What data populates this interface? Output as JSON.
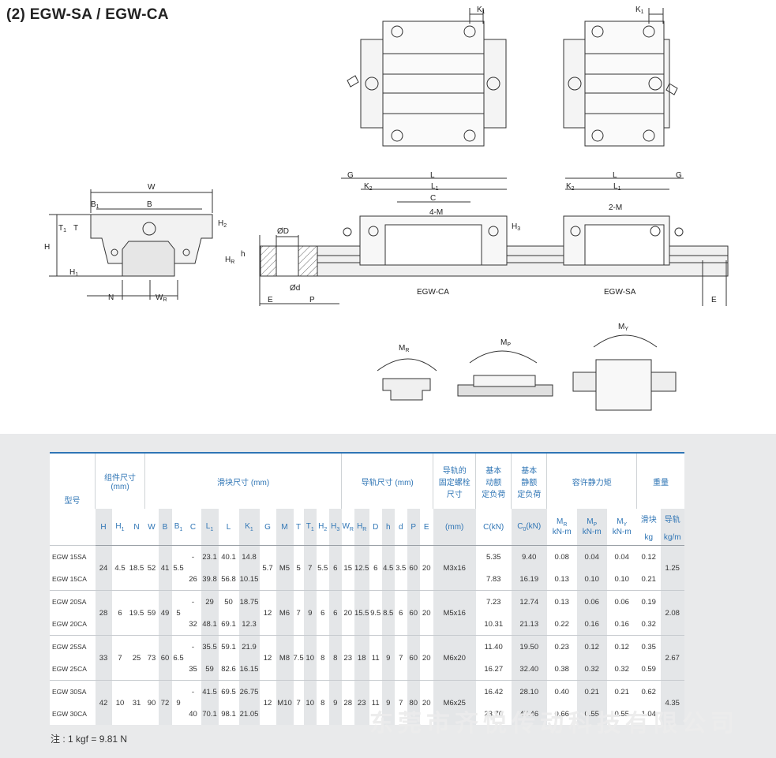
{
  "heading": "(2) EGW-SA / EGW-CA",
  "drawing_labels": {
    "K1": "K",
    "K1_sub": "1",
    "W": "W",
    "B": "B",
    "B1": "B",
    "B1_sub": "1",
    "H": "H",
    "H1": "H",
    "H1_sub": "1",
    "H2": "H",
    "H2_sub": "2",
    "T": "T",
    "T1": "T",
    "T1_sub": "1",
    "N": "N",
    "WR": "W",
    "WR_sub": "R",
    "G": "G",
    "L": "L",
    "L1": "L",
    "L1_sub": "1",
    "K2": "K",
    "K2_sub": "2",
    "C": "C",
    "M4": "4-M",
    "M2": "2-M",
    "H3": "H",
    "H3_sub": "3",
    "D": "ØD",
    "d": "Ød",
    "h": "h",
    "HR": "H",
    "HR_sub": "R",
    "E": "E",
    "P": "P",
    "cap_ca": "EGW-CA",
    "cap_sa": "EGW-SA",
    "MR": "M",
    "MR_sub": "R",
    "MP": "M",
    "MP_sub": "P",
    "MY": "M",
    "MY_sub": "Y"
  },
  "table": {
    "group_headers": {
      "model": "型号",
      "assembly": "组件尺寸",
      "assembly_unit": "(mm)",
      "block": "滑块尺寸 (mm)",
      "rail": "导轨尺寸 (mm)",
      "bolt": "导轨的\n固定螺栓\n尺寸",
      "dynamic": "基本\n动额\n定负荷",
      "static": "基本\n静额\n定负荷",
      "moment": "容许静力矩",
      "weight": "重量"
    },
    "columns": [
      {
        "t": "H",
        "s": ""
      },
      {
        "t": "H",
        "s": "1"
      },
      {
        "t": "N",
        "s": ""
      },
      {
        "t": "W",
        "s": ""
      },
      {
        "t": "B",
        "s": ""
      },
      {
        "t": "B",
        "s": "1"
      },
      {
        "t": "C",
        "s": ""
      },
      {
        "t": "L",
        "s": "1"
      },
      {
        "t": "L",
        "s": ""
      },
      {
        "t": "K",
        "s": "1"
      },
      {
        "t": "G",
        "s": ""
      },
      {
        "t": "M",
        "s": ""
      },
      {
        "t": "T",
        "s": ""
      },
      {
        "t": "T",
        "s": "1"
      },
      {
        "t": "H",
        "s": "2"
      },
      {
        "t": "H",
        "s": "3"
      },
      {
        "t": "W",
        "s": "R"
      },
      {
        "t": "H",
        "s": "R"
      },
      {
        "t": "D",
        "s": ""
      },
      {
        "t": "h",
        "s": ""
      },
      {
        "t": "d",
        "s": ""
      },
      {
        "t": "P",
        "s": ""
      },
      {
        "t": "E",
        "s": ""
      },
      {
        "t": "(mm)",
        "s": ""
      },
      {
        "t": "C(kN)",
        "s": ""
      },
      {
        "t": "C",
        "s": "0",
        "post": "(kN)"
      }
    ],
    "moment_cols": [
      {
        "t": "M",
        "s": "R",
        "u": "kN-m"
      },
      {
        "t": "M",
        "s": "P",
        "u": "kN-m"
      },
      {
        "t": "M",
        "s": "Y",
        "u": "kN-m"
      }
    ],
    "weight_cols": [
      {
        "t": "滑块",
        "u": "kg"
      },
      {
        "t": "导轨",
        "u": "kg/m"
      }
    ],
    "groups": [
      {
        "H": "24",
        "H1": "4.5",
        "N": "18.5",
        "W": "52",
        "B": "41",
        "B1": "5.5",
        "G": "5.7",
        "M": "M5",
        "T": "5",
        "T1": "7",
        "H2": "5.5",
        "H3": "6",
        "WR": "15",
        "HR": "12.5",
        "D": "6",
        "h": "4.5",
        "d": "3.5",
        "P": "60",
        "E": "20",
        "bolt": "M3x16",
        "rail_w": "1.25",
        "rows": [
          {
            "model": "EGW 15SA",
            "C": "-",
            "L1": "23.1",
            "L": "40.1",
            "K1": "14.8",
            "Cd": "5.35",
            "C0": "9.40",
            "MR": "0.08",
            "MP": "0.04",
            "MY": "0.04",
            "wb": "0.12"
          },
          {
            "model": "EGW 15CA",
            "C": "26",
            "L1": "39.8",
            "L": "56.8",
            "K1": "10.15",
            "Cd": "7.83",
            "C0": "16.19",
            "MR": "0.13",
            "MP": "0.10",
            "MY": "0.10",
            "wb": "0.21"
          }
        ]
      },
      {
        "H": "28",
        "H1": "6",
        "N": "19.5",
        "W": "59",
        "B": "49",
        "B1": "5",
        "G": "12",
        "M": "M6",
        "T": "7",
        "T1": "9",
        "H2": "6",
        "H3": "6",
        "WR": "20",
        "HR": "15.5",
        "D": "9.5",
        "h": "8.5",
        "d": "6",
        "P": "60",
        "E": "20",
        "bolt": "M5x16",
        "rail_w": "2.08",
        "rows": [
          {
            "model": "EGW 20SA",
            "C": "-",
            "L1": "29",
            "L": "50",
            "K1": "18.75",
            "Cd": "7.23",
            "C0": "12.74",
            "MR": "0.13",
            "MP": "0.06",
            "MY": "0.06",
            "wb": "0.19"
          },
          {
            "model": "EGW 20CA",
            "C": "32",
            "L1": "48.1",
            "L": "69.1",
            "K1": "12.3",
            "Cd": "10.31",
            "C0": "21.13",
            "MR": "0.22",
            "MP": "0.16",
            "MY": "0.16",
            "wb": "0.32"
          }
        ]
      },
      {
        "H": "33",
        "H1": "7",
        "N": "25",
        "W": "73",
        "B": "60",
        "B1": "6.5",
        "G": "12",
        "M": "M8",
        "T": "7.5",
        "T1": "10",
        "H2": "8",
        "H3": "8",
        "WR": "23",
        "HR": "18",
        "D": "11",
        "h": "9",
        "d": "7",
        "P": "60",
        "E": "20",
        "bolt": "M6x20",
        "rail_w": "2.67",
        "rows": [
          {
            "model": "EGW 25SA",
            "C": "-",
            "L1": "35.5",
            "L": "59.1",
            "K1": "21.9",
            "Cd": "11.40",
            "C0": "19.50",
            "MR": "0.23",
            "MP": "0.12",
            "MY": "0.12",
            "wb": "0.35"
          },
          {
            "model": "EGW 25CA",
            "C": "35",
            "L1": "59",
            "L": "82.6",
            "K1": "16.15",
            "Cd": "16.27",
            "C0": "32.40",
            "MR": "0.38",
            "MP": "0.32",
            "MY": "0.32",
            "wb": "0.59"
          }
        ]
      },
      {
        "H": "42",
        "H1": "10",
        "N": "31",
        "W": "90",
        "B": "72",
        "B1": "9",
        "G": "12",
        "M": "M10",
        "T": "7",
        "T1": "10",
        "H2": "8",
        "H3": "9",
        "WR": "28",
        "HR": "23",
        "D": "11",
        "h": "9",
        "d": "7",
        "P": "80",
        "E": "20",
        "bolt": "M6x25",
        "rail_w": "4.35",
        "rows": [
          {
            "model": "EGW 30SA",
            "C": "-",
            "L1": "41.5",
            "L": "69.5",
            "K1": "26.75",
            "Cd": "16.42",
            "C0": "28.10",
            "MR": "0.40",
            "MP": "0.21",
            "MY": "0.21",
            "wb": "0.62"
          },
          {
            "model": "EGW 30CA",
            "C": "40",
            "L1": "70.1",
            "L": "98.1",
            "K1": "21.05",
            "Cd": "23.70",
            "C0": "47.46",
            "MR": "0.66",
            "MP": "0.55",
            "MY": "0.55",
            "wb": "1.04"
          }
        ]
      }
    ]
  },
  "note": "注 : 1 kgf = 9.81 N",
  "watermark": "东莞市齐悦传动科技有限公司"
}
